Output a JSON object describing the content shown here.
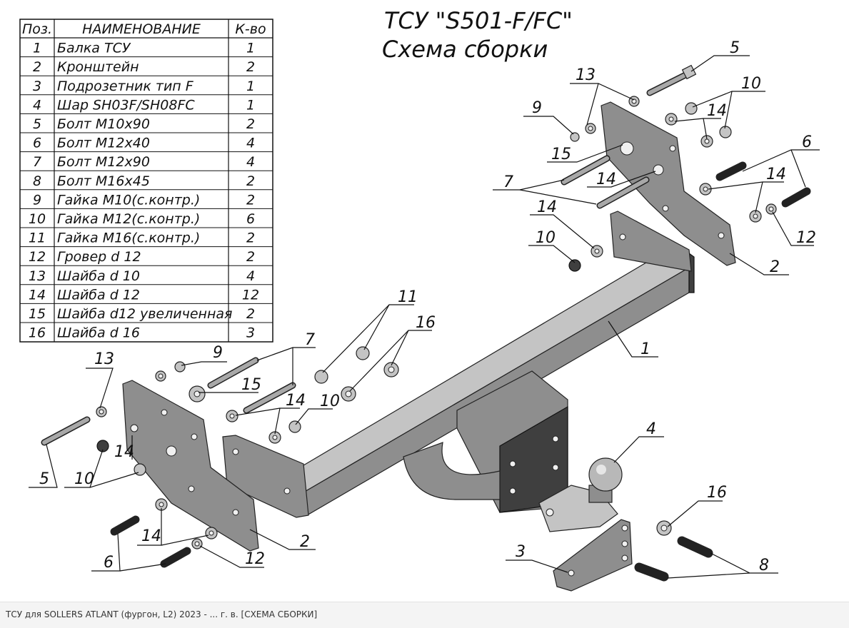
{
  "title": {
    "line1": "ТСУ \"S501-F/FC\"",
    "line2": "Схема сборки"
  },
  "table": {
    "headers": [
      "Поз.",
      "НАИМЕНОВАНИЕ",
      "К-во"
    ],
    "rows": [
      [
        "1",
        "Балка ТСУ",
        "1"
      ],
      [
        "2",
        "Кронштейн",
        "2"
      ],
      [
        "3",
        "Подрозетник тип F",
        "1"
      ],
      [
        "4",
        "Шар SH03F/SH08FC",
        "1"
      ],
      [
        "5",
        "Болт  М10х90",
        "2"
      ],
      [
        "6",
        "Болт М12х40",
        "4"
      ],
      [
        "7",
        "Болт М12х90",
        "4"
      ],
      [
        "8",
        "Болт М16х45",
        "2"
      ],
      [
        "9",
        "Гайка М10(с.контр.)",
        "2"
      ],
      [
        "10",
        "Гайка М12(с.контр.)",
        "6"
      ],
      [
        "11",
        "Гайка  М16(с.контр.)",
        "2"
      ],
      [
        "12",
        "Гровер d 12",
        "2"
      ],
      [
        "13",
        "Шайба d 10",
        "4"
      ],
      [
        "14",
        "Шайба d 12",
        "12"
      ],
      [
        "15",
        "Шайба d12 увеличенная",
        "2"
      ],
      [
        "16",
        "Шайба d 16",
        "3"
      ]
    ]
  },
  "callouts": {
    "c5a": "5",
    "c13a": "13",
    "c10a": "10",
    "c14a": "14",
    "c9a": "9",
    "c15a": "15",
    "c14b": "14",
    "c7a": "7",
    "c6a": "6",
    "c14c": "14",
    "c12a": "12",
    "c14d": "14",
    "c10b": "10",
    "c2a": "2",
    "c11": "11",
    "c16a": "16",
    "c1": "1",
    "c4": "4",
    "c13b": "13",
    "c9b": "9",
    "c7b": "7",
    "c15b": "15",
    "c14e": "14",
    "c10c": "10",
    "c5b": "5",
    "c10d": "10",
    "c14f": "14",
    "c14g": "14",
    "c6b": "6",
    "c12b": "12",
    "c2b": "2",
    "c3": "3",
    "c16b": "16",
    "c8": "8"
  },
  "caption": "ТСУ для SOLLERS ATLANT (фургон, L2) 2023 - ... г. в. [СХЕМА СБОРКИ]"
}
